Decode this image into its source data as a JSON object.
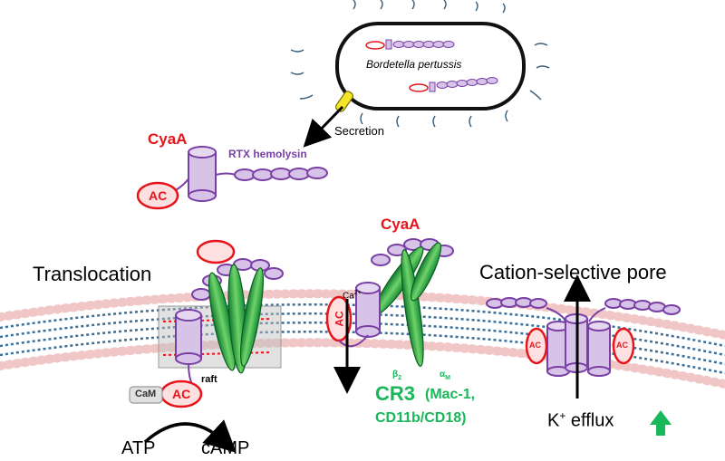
{
  "bacterium": {
    "name": "Bordetella pertussis"
  },
  "secretion": {
    "label": "Secretion"
  },
  "toxin": {
    "name": "CyaA",
    "domain_hemolysin": "RTX hemolysin",
    "domain_ac": "AC"
  },
  "steps": {
    "translocation": "Translocation",
    "pore": "Cation-selective pore"
  },
  "membrane": {
    "raft": "raft"
  },
  "calmodulin": {
    "label": "CaM"
  },
  "reaction": {
    "substrate": "ATP",
    "product": "cAMP"
  },
  "calcium": {
    "base": "Ca",
    "sup": "2+"
  },
  "receptor": {
    "beta": "β",
    "beta_sub": "2",
    "alpha": "α",
    "alpha_sub": "M",
    "name": "CR3",
    "alias_line1": "(Mac-1,",
    "alias_line2": "CD11b/CD18)"
  },
  "efflux": {
    "ion": "K",
    "ion_sup": "+",
    "text": "efflux"
  },
  "colors": {
    "red": "#e8141b",
    "purple": "#7a3fa5",
    "lavender": "#d7c3e8",
    "green": "#18b85a",
    "lipid_head": "#f2b5b5",
    "lipid_tail": "#3a6f9a"
  }
}
